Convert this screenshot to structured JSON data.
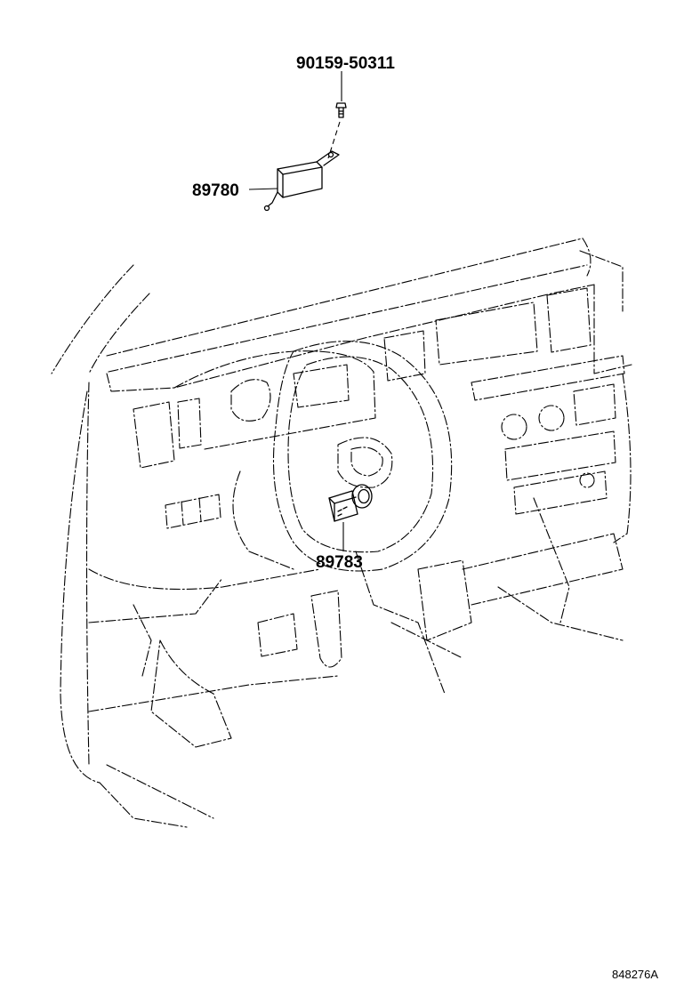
{
  "diagram": {
    "callouts": {
      "bolt": "90159-50311",
      "module": "89780",
      "immobilizer": "89783"
    },
    "figure_number": "848276A"
  }
}
